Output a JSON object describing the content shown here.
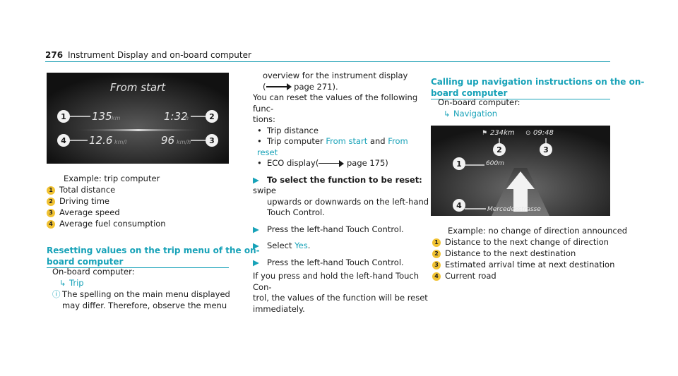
{
  "header": {
    "page_number": "276",
    "title": "Instrument Display and on-board computer"
  },
  "fig1": {
    "title": "From start",
    "distance": "135",
    "distance_unit": "km",
    "time": "1:32",
    "time_unit": "h",
    "consumption": "12.6",
    "consumption_unit": "km/l",
    "speed": "96",
    "speed_unit": "km/h",
    "markers": [
      "1",
      "2",
      "3",
      "4"
    ]
  },
  "fig1_caption": {
    "example": "Example: trip computer",
    "items": [
      "Total distance",
      "Driving time",
      "Average speed",
      "Average fuel consumption"
    ]
  },
  "section1": {
    "title_line1": "Resetting values on the trip menu of the on-",
    "title_line2": "board computer",
    "onboard": "On-board computer:",
    "path": "Trip",
    "note_line1": "The spelling on the main menu displayed",
    "note_line2": "may differ. Therefore, observe the menu"
  },
  "col2": {
    "line1": "overview for the instrument display",
    "page_ref1_pre": "(",
    "page_ref1": "page 271).",
    "reset1": "You can reset the values of the following func-",
    "reset2": "tions:",
    "b1": "Trip distance",
    "b2_pre": "Trip computer",
    "b2_a": "From start",
    "b2_and": "and",
    "b2_b": "From reset",
    "b3_pre": "ECO display(",
    "b3_ref": "page 175)",
    "step1_bold": "To select the function to be reset:",
    "step1_rest": "swipe",
    "step1_l2": "upwards or downwards on the left-hand",
    "step1_l3": "Touch Control.",
    "step2": "Press the left-hand Touch Control.",
    "step3_pre": "Select",
    "step3_val": "Yes",
    "step3_post": ".",
    "step4": "Press the left-hand Touch Control.",
    "hold1": "If you press and hold the left-hand Touch Con-",
    "hold2": "trol, the values of the function will be reset",
    "hold3": "immediately."
  },
  "section2": {
    "title_line1": "Calling up navigation instructions on the on-",
    "title_line2": "board computer",
    "onboard": "On-board computer:",
    "path": "Navigation"
  },
  "fig2": {
    "distance_dest": "234km",
    "eta": "09:48",
    "turn_distance": "600m",
    "road": "Mercedesstrasse",
    "markers": [
      "1",
      "2",
      "3",
      "4"
    ]
  },
  "fig2_caption": {
    "example": "Example: no change of direction announced",
    "items": [
      "Distance to the next change of direction",
      "Distance to the next destination",
      "Estimated arrival time at next destination",
      "Current road"
    ]
  }
}
